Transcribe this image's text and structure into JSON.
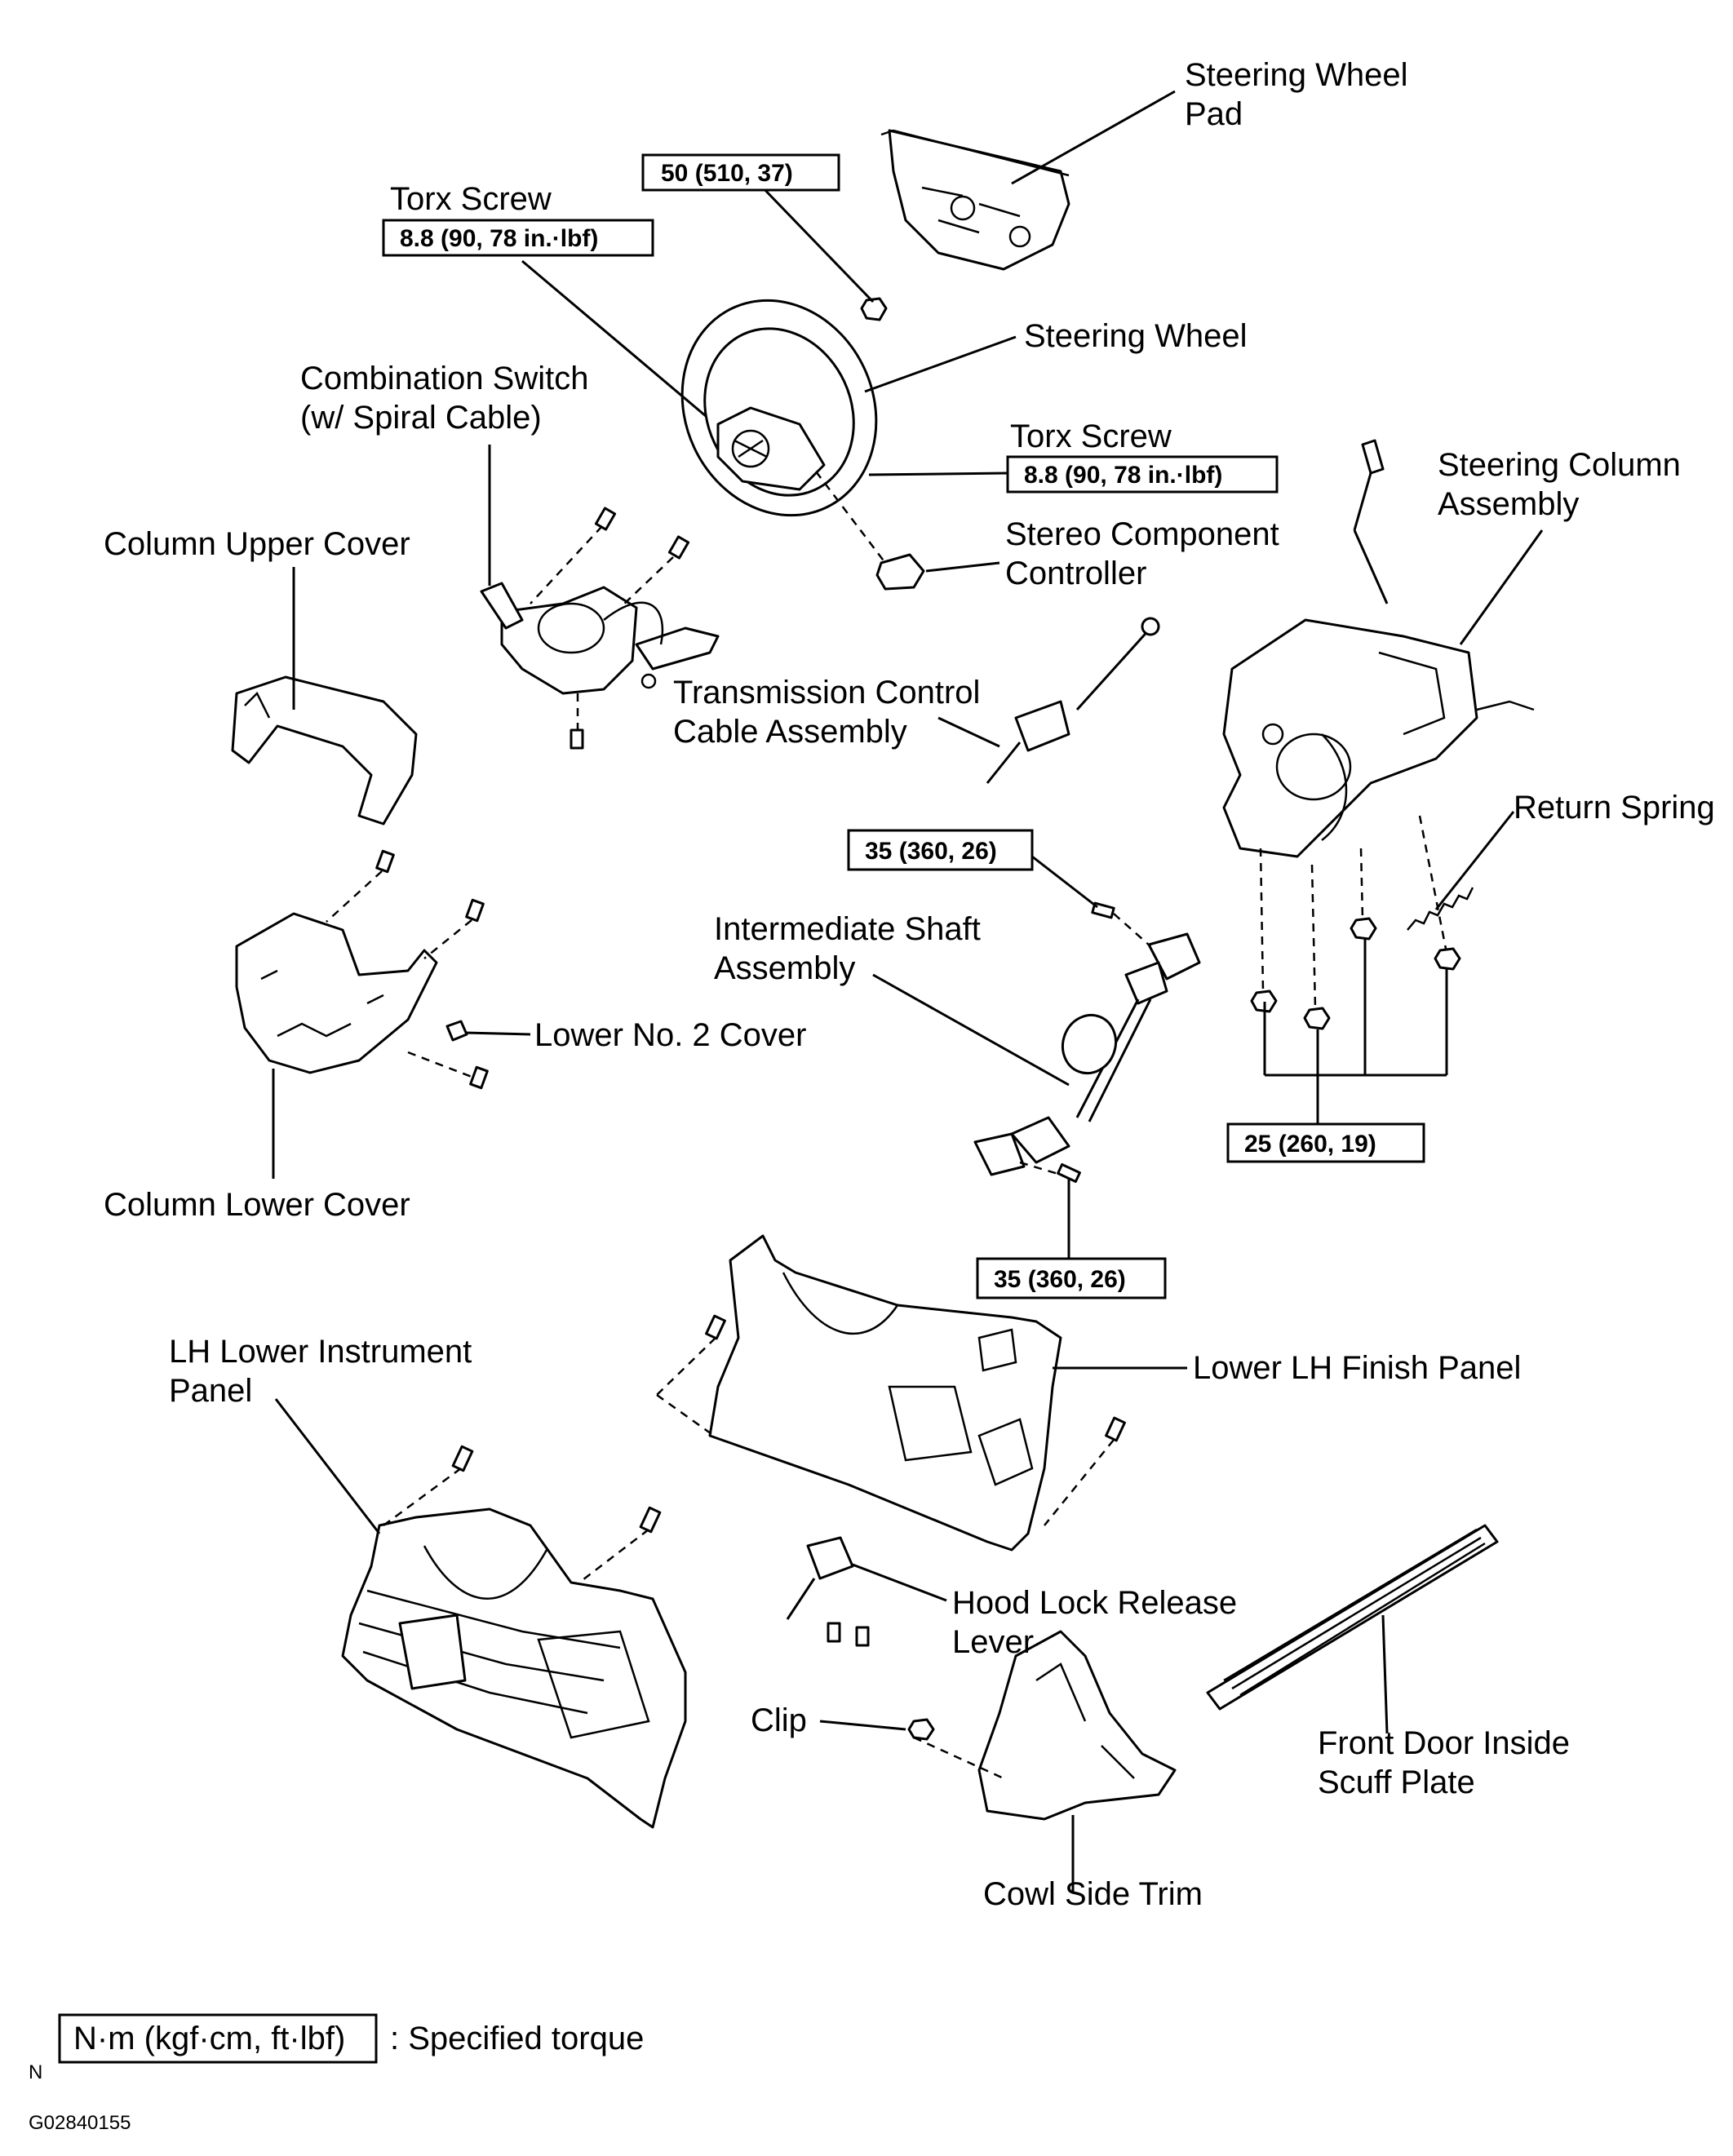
{
  "labels": {
    "steering_wheel_pad": [
      "Steering Wheel",
      "Pad"
    ],
    "torx_screw_top": "Torx Screw",
    "steering_wheel": "Steering Wheel",
    "combination_switch": [
      "Combination Switch",
      "(w/ Spiral Cable)"
    ],
    "torx_screw_right": "Torx Screw",
    "steering_column_assembly": [
      "Steering Column",
      "Assembly"
    ],
    "column_upper_cover": "Column Upper Cover",
    "stereo_component_controller": [
      "Stereo Component",
      "Controller"
    ],
    "transmission_control_cable": [
      "Transmission Control",
      "Cable Assembly"
    ],
    "return_spring": "Return Spring",
    "intermediate_shaft": [
      "Intermediate Shaft",
      "Assembly"
    ],
    "lower_no2_cover": "Lower No. 2 Cover",
    "column_lower_cover": "Column Lower Cover",
    "lh_lower_instrument_panel": [
      "LH Lower Instrument",
      "Panel"
    ],
    "lower_lh_finish_panel": "Lower LH Finish Panel",
    "hood_lock_release_lever": [
      "Hood Lock Release",
      "Lever"
    ],
    "clip": "Clip",
    "front_door_inside_scuff_plate": [
      "Front Door Inside",
      "Scuff Plate"
    ],
    "cowl_side_trim": "Cowl Side Trim"
  },
  "torques": {
    "pad_nut": "50 (510, 37)",
    "torx_top": "8.8 (90, 78 in.·lbf)",
    "torx_right": "8.8 (90, 78 in.·lbf)",
    "shaft_upper": "35 (360, 26)",
    "column_nuts": "25 (260, 19)",
    "shaft_lower": "35 (360, 26)"
  },
  "legend": {
    "unit_box": "N·m (kgf·cm, ft·lbf)",
    "description": ": Specified torque"
  },
  "corner_marks": {
    "north": "N",
    "figure_id": "G02840155"
  }
}
